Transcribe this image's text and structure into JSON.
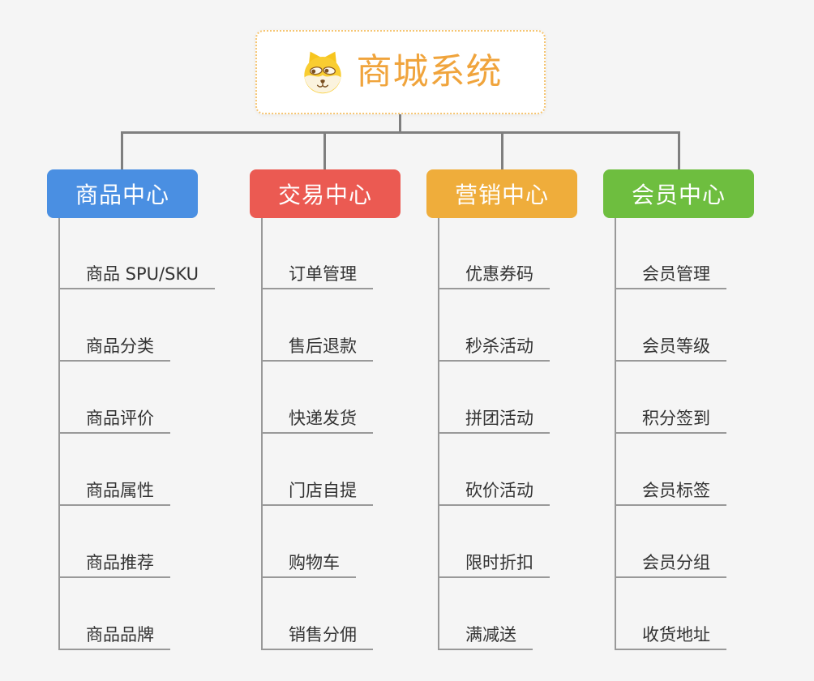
{
  "root": {
    "title": "商城系统",
    "icon": "dog-face"
  },
  "branches": [
    {
      "label": "商品中心",
      "color": "#4A8FE2",
      "children": [
        "商品 SPU/SKU",
        "商品分类",
        "商品评价",
        "商品属性",
        "商品推荐",
        "商品品牌"
      ]
    },
    {
      "label": "交易中心",
      "color": "#EB5A52",
      "children": [
        "订单管理",
        "售后退款",
        "快递发货",
        "门店自提",
        "购物车",
        "销售分佣"
      ]
    },
    {
      "label": "营销中心",
      "color": "#EFAD3B",
      "children": [
        "优惠券码",
        "秒杀活动",
        "拼团活动",
        "砍价活动",
        "限时折扣",
        "满减送"
      ]
    },
    {
      "label": "会员中心",
      "color": "#6EBE3F",
      "children": [
        "会员管理",
        "会员等级",
        "积分签到",
        "会员标签",
        "会员分组",
        "收货地址"
      ]
    }
  ],
  "colors": {
    "background": "#F5F5F5",
    "root_text": "#F0A43C",
    "root_border": "#F6C572",
    "connector": "#7F7F7F",
    "leaf_line": "#999999",
    "leaf_text": "#333333"
  }
}
